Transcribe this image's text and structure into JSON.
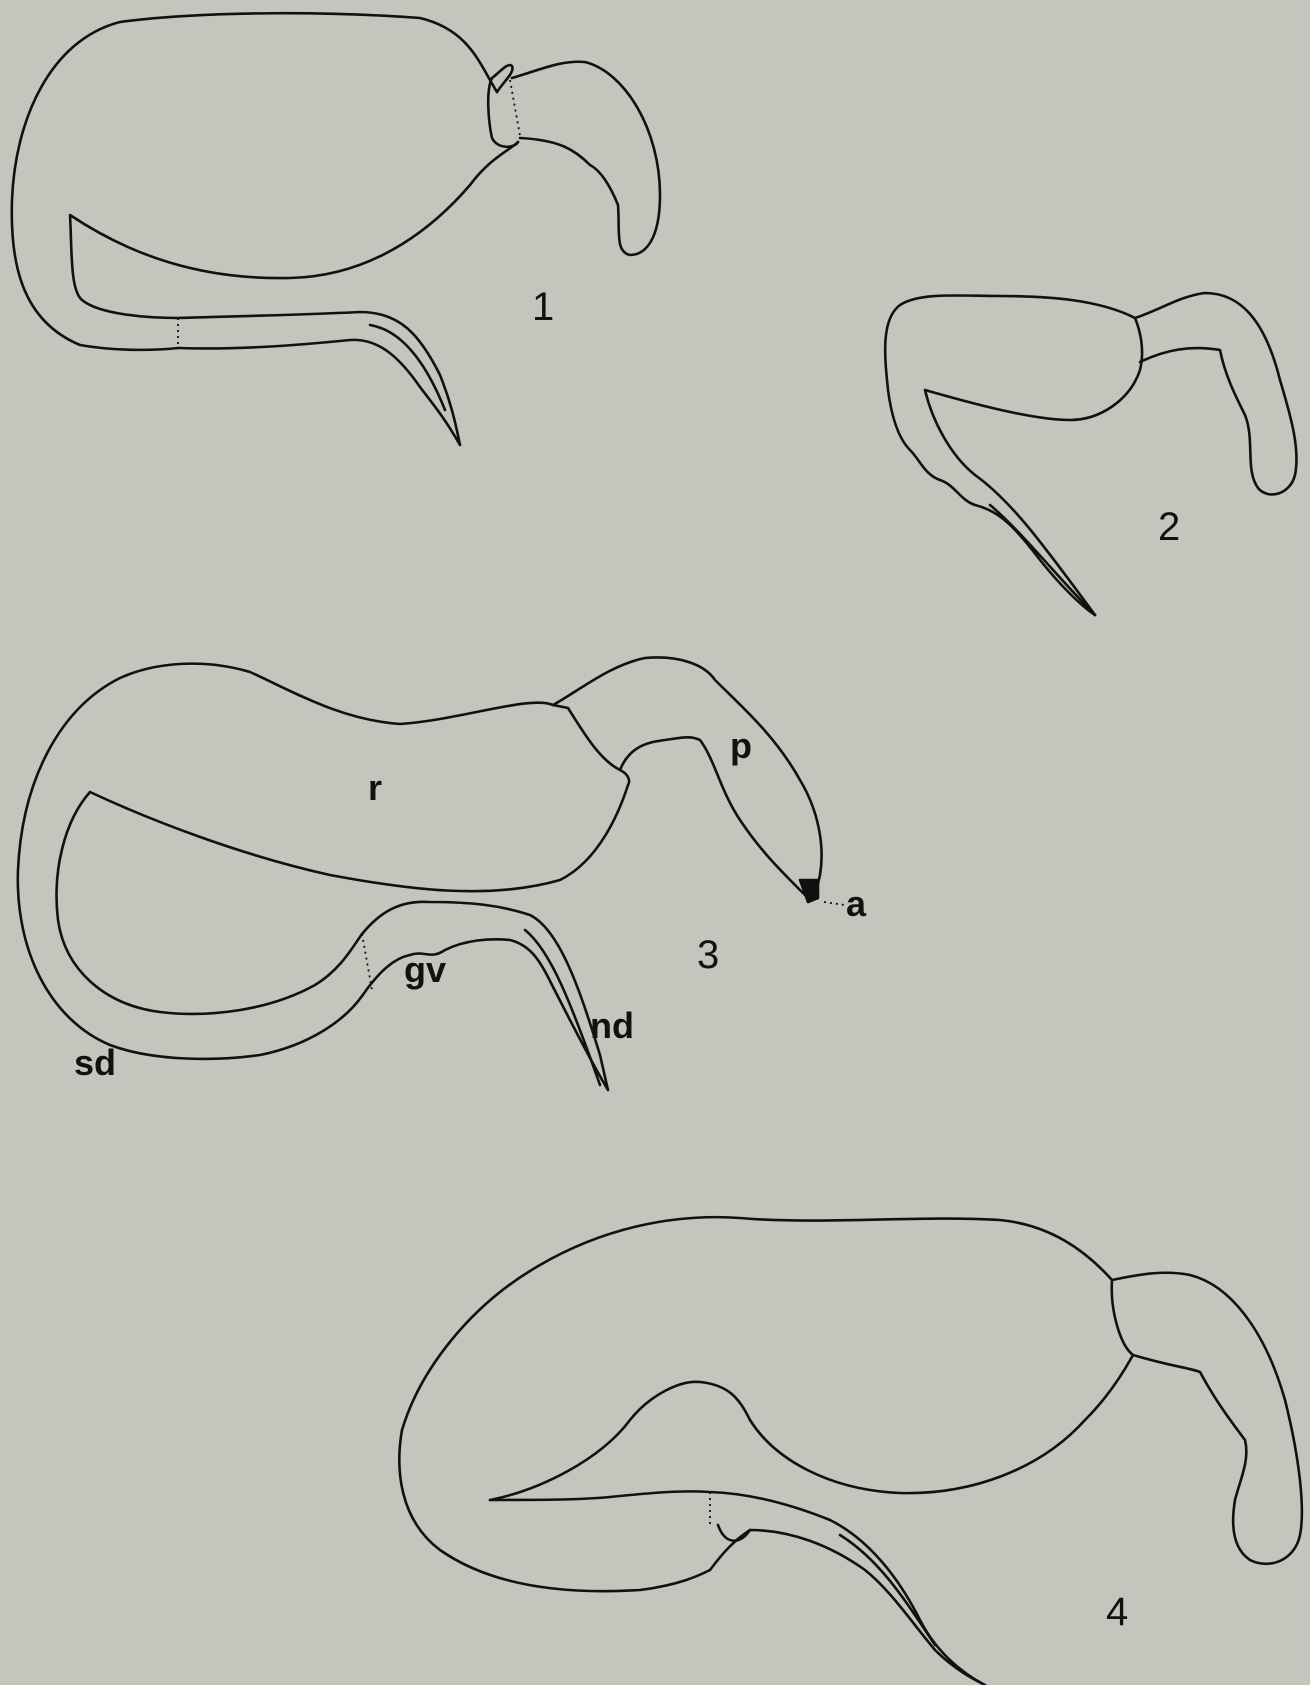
{
  "figures": [
    {
      "number": "1"
    },
    {
      "number": "2"
    },
    {
      "number": "3",
      "labels": {
        "r": "r",
        "p": "p",
        "a": "a",
        "gv": "gv",
        "nd": "nd",
        "sd": "sd"
      }
    },
    {
      "number": "4"
    }
  ],
  "colors": {
    "background": "#c5c4bd",
    "line": "#111111"
  }
}
